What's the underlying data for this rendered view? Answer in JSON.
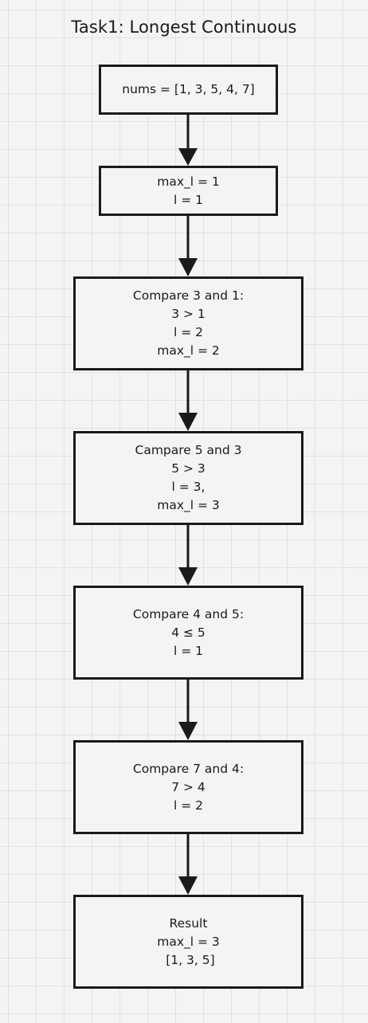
{
  "diagram": {
    "title": "Task1: Longest Continuous",
    "steps": [
      {
        "lines": [
          "nums = [1, 3, 5, 4, 7]"
        ]
      },
      {
        "lines": [
          "max_l = 1",
          "l = 1"
        ]
      },
      {
        "lines": [
          "Compare 3 and 1:",
          "3 > 1",
          "l = 2",
          "max_l = 2"
        ]
      },
      {
        "lines": [
          "Campare 5 and 3",
          "5 > 3",
          "l = 3,",
          "max_l = 3"
        ]
      },
      {
        "lines": [
          "Compare 4 and 5:",
          "4 ≤ 5",
          "l = 1"
        ]
      },
      {
        "lines": [
          "Compare 7 and 4:",
          "7 > 4",
          "l = 2"
        ]
      },
      {
        "lines": [
          "Result",
          "max_l = 3",
          " [1, 3, 5]"
        ]
      }
    ]
  }
}
